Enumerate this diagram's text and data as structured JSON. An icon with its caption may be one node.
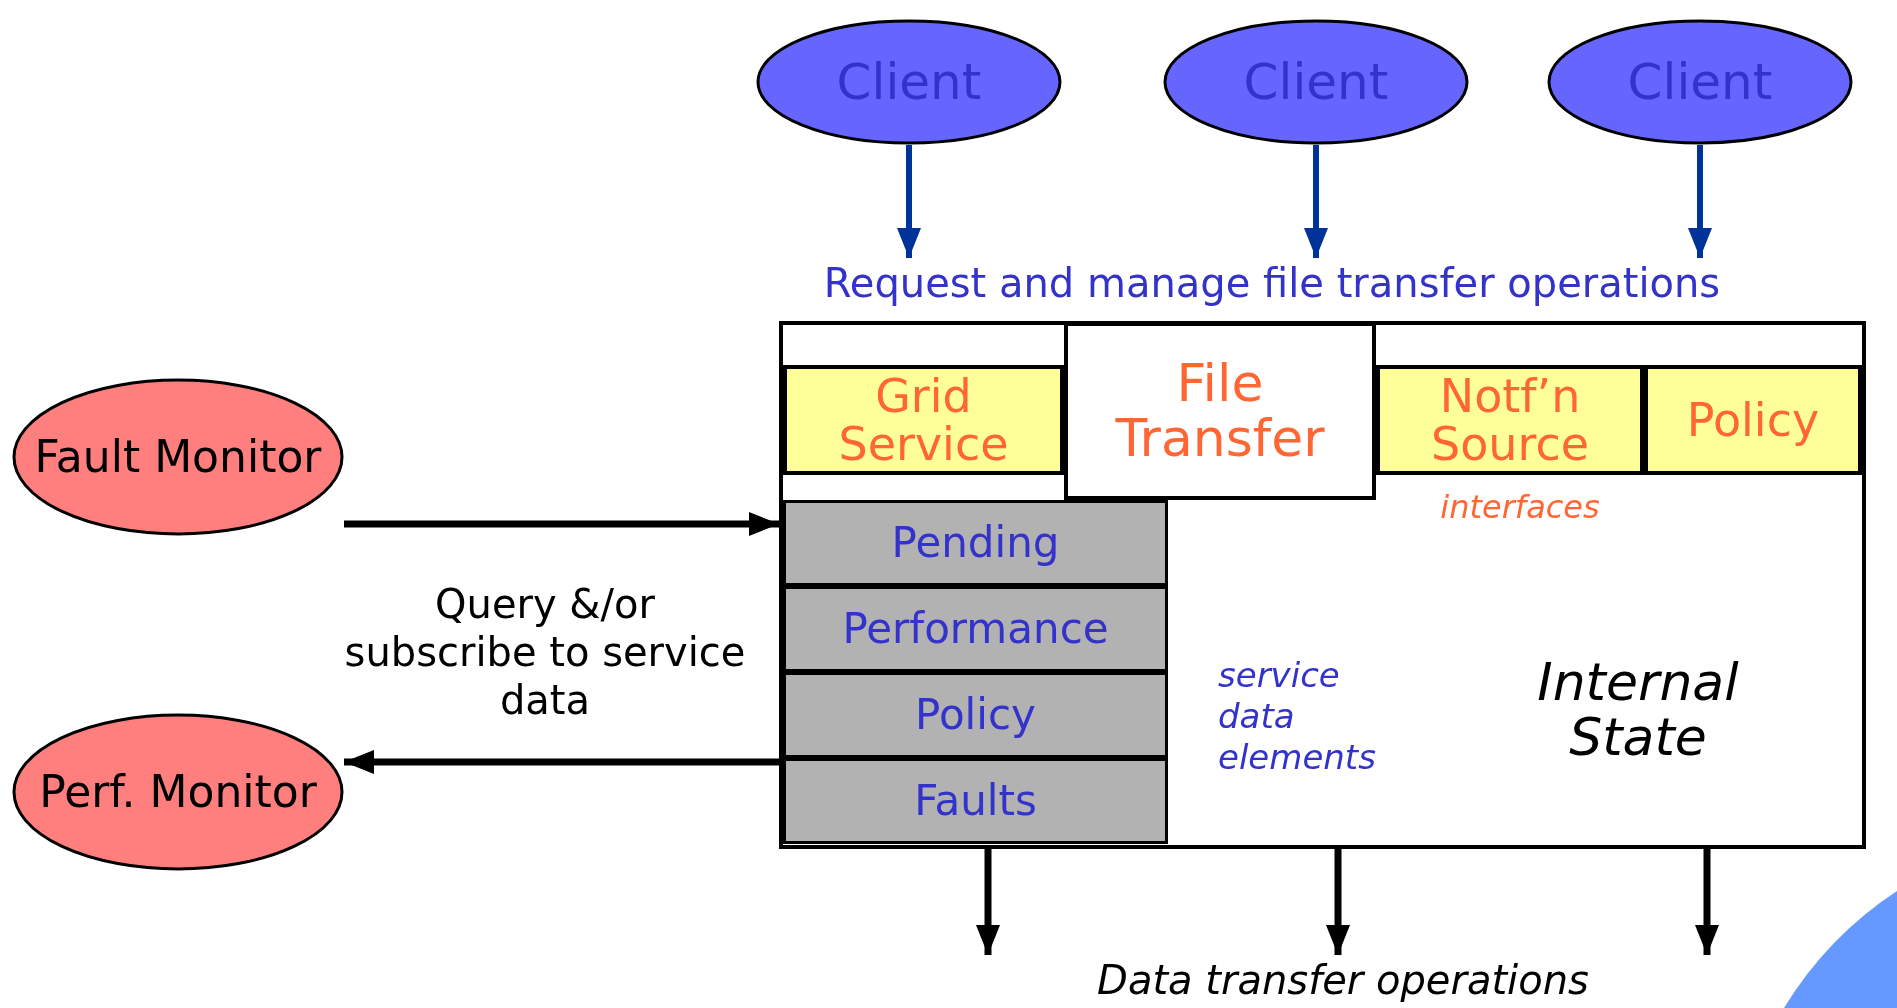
{
  "diagram": {
    "nodes": [
      {
        "text": [
          "Client"
        ]
      },
      {
        "text": [
          "Client"
        ]
      },
      {
        "text": [
          "Client"
        ]
      },
      {
        "text": [
          "Request and manage file transfer operations"
        ]
      },
      {
        "text": [
          "Fault Monitor"
        ]
      },
      {
        "text": [
          "Perf. Monitor"
        ]
      },
      {
        "text": [
          "Internal State"
        ]
      },
      {
        "text": [
          "Grid Service"
        ],
        "in": 6
      },
      {
        "text": [
          "File Transfer"
        ],
        "in": 6
      },
      {
        "text": [
          "Notf’n Source"
        ],
        "in": 6
      },
      {
        "text": [
          "Policy"
        ],
        "in": 6
      },
      {
        "text": [
          "Pending"
        ],
        "in": 6
      },
      {
        "text": [
          "Performance"
        ],
        "in": 6
      },
      {
        "text": [
          "Policy"
        ],
        "in": 6
      },
      {
        "text": [
          "Faults"
        ],
        "in": 6
      },
      {
        "text": [
          "Data transfer operations"
        ]
      }
    ],
    "edges": [
      {
        "from": 0,
        "to": 3,
        "arrow": "to",
        "color": "#003399"
      },
      {
        "from": 1,
        "to": 3,
        "arrow": "to",
        "color": "#003399"
      },
      {
        "from": 2,
        "to": 3,
        "arrow": "to",
        "color": "#003399"
      },
      {
        "from": 4,
        "to": 6,
        "arrow": "to"
      },
      {
        "from": 6,
        "to": 5,
        "arrow": "to"
      },
      {
        "from": 6,
        "to": 15,
        "arrow": "to"
      },
      {
        "from": 6,
        "to": 15,
        "arrow": "to"
      },
      {
        "from": 6,
        "to": 15,
        "arrow": "to"
      }
    ],
    "labels": [
      "Query &/or subscribe to service data",
      "interfaces",
      "service data elements"
    ]
  }
}
